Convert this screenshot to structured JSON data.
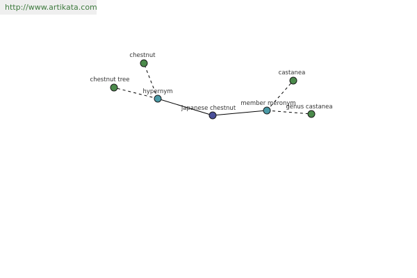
{
  "banner": {
    "url_text": "http://www.artikata.com"
  },
  "colors": {
    "central_node": "#4a4f99",
    "relation_node": "#4a9aa6",
    "leaf_node": "#4b8a4b",
    "edge": "#000000",
    "banner_background": "#efefef",
    "banner_text": "#3d7a3d"
  },
  "graph": {
    "nodes": [
      {
        "id": "japanese-chestnut",
        "label": "japanese chestnut",
        "kind": "central"
      },
      {
        "id": "hypernym",
        "label": "hypernym",
        "kind": "relation"
      },
      {
        "id": "member-meronym",
        "label": "member meronym",
        "kind": "relation"
      },
      {
        "id": "chestnut",
        "label": "chestnut",
        "kind": "leaf"
      },
      {
        "id": "chestnut-tree",
        "label": "chestnut tree",
        "kind": "leaf"
      },
      {
        "id": "castanea",
        "label": "castanea",
        "kind": "leaf"
      },
      {
        "id": "genus-castanea",
        "label": "genus castanea",
        "kind": "leaf"
      }
    ],
    "edges": [
      {
        "from": "japanese-chestnut",
        "to": "hypernym",
        "style": "solid"
      },
      {
        "from": "japanese-chestnut",
        "to": "member-meronym",
        "style": "solid"
      },
      {
        "from": "hypernym",
        "to": "chestnut",
        "style": "dashed"
      },
      {
        "from": "hypernym",
        "to": "chestnut-tree",
        "style": "dashed"
      },
      {
        "from": "member-meronym",
        "to": "castanea",
        "style": "dashed"
      },
      {
        "from": "member-meronym",
        "to": "genus-castanea",
        "style": "dashed"
      }
    ]
  }
}
